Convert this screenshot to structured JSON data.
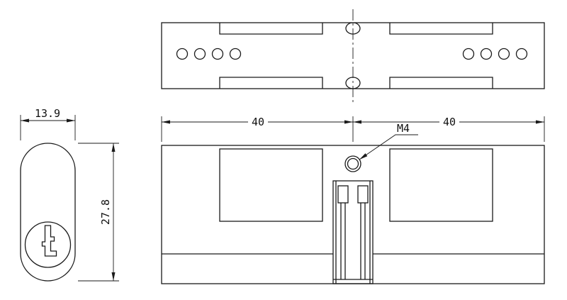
{
  "drawing": {
    "annotations": {
      "end_view_width": "13.9",
      "end_view_height": "27.8",
      "front_left_length": "40",
      "front_right_length": "40",
      "thread_callout": "M4"
    },
    "colors": {
      "ink": "#1a1a1a",
      "paper": "#ffffff"
    }
  }
}
